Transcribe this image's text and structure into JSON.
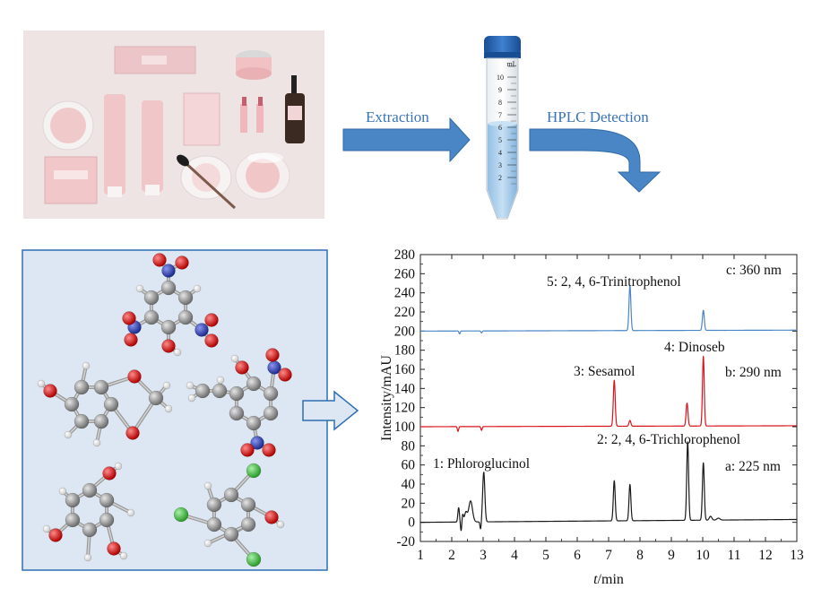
{
  "workflow": {
    "step1_label": "Extraction",
    "step2_label": "HPLC Detection",
    "tube_unit": "mL",
    "tube_marks": [
      "10",
      "9",
      "8",
      "7",
      "6",
      "5",
      "4",
      "3",
      "2"
    ]
  },
  "panel": {
    "background": "#dde7f4",
    "border": "#2f6fb3",
    "atom_colors": {
      "carbon": "#8e8e8e",
      "oxygen": "#e01b1b",
      "nitrogen": "#2d3fb0",
      "chlorine": "#3fbf3f",
      "hydrogen": "#ffffff"
    }
  },
  "colors": {
    "arrow": "#4a86c5",
    "arrow_stroke": "#2f6aa8",
    "tube_liquid": "#a9cdea",
    "cap": "#1f5fae"
  },
  "chart_data": {
    "type": "line",
    "xlabel_italic": "t",
    "xlabel_rest": "/min",
    "ylabel": "Intensity/mAU",
    "xlim": [
      1,
      13
    ],
    "ylim": [
      -20,
      280
    ],
    "xticks": [
      "1",
      "2",
      "3",
      "4",
      "5",
      "6",
      "7",
      "8",
      "9",
      "10",
      "11",
      "12",
      "13"
    ],
    "yticks": [
      "-20",
      "0",
      "20",
      "40",
      "60",
      "80",
      "100",
      "120",
      "140",
      "160",
      "180",
      "200",
      "220",
      "240",
      "260",
      "280"
    ],
    "grid": false,
    "series": [
      {
        "name": "a: 225 nm",
        "color": "#1a1a1a",
        "baseline": 0,
        "peaks": [
          [
            2.22,
            15,
            0.025
          ],
          [
            2.35,
            8,
            0.025
          ],
          [
            2.6,
            22,
            0.06
          ],
          [
            2.45,
            10,
            0.04
          ],
          [
            3.02,
            52,
            0.035
          ],
          [
            7.18,
            42,
            0.03
          ],
          [
            7.68,
            38,
            0.03
          ],
          [
            9.52,
            82,
            0.03
          ],
          [
            10.02,
            60,
            0.03
          ],
          [
            10.25,
            4,
            0.04
          ],
          [
            10.5,
            2,
            0.05
          ]
        ],
        "dips": [
          [
            2.3,
            -10,
            0.02
          ],
          [
            2.92,
            -8,
            0.02
          ]
        ],
        "end_value": 3
      },
      {
        "name": "b: 290 nm",
        "color": "#d9141c",
        "baseline": 100,
        "peaks": [
          [
            7.18,
            148,
            0.03
          ],
          [
            7.68,
            106,
            0.03
          ],
          [
            9.5,
            124,
            0.03
          ],
          [
            10.02,
            173,
            0.028
          ]
        ],
        "dips": [
          [
            2.2,
            95,
            0.02
          ],
          [
            2.95,
            96,
            0.02
          ]
        ],
        "end_value": 101
      },
      {
        "name": "c: 360 nm",
        "color": "#4a86c5",
        "baseline": 200,
        "peaks": [
          [
            7.68,
            247,
            0.03
          ],
          [
            10.02,
            221,
            0.03
          ]
        ],
        "dips": [
          [
            2.25,
            197,
            0.02
          ],
          [
            2.95,
            198,
            0.02
          ]
        ],
        "end_value": 201
      }
    ],
    "annotations": {
      "peak5": "5: 2, 4, 6-Trinitrophenol",
      "peak4": "4: Dinoseb",
      "peak3": "3: Sesamol",
      "peak2": "2: 2, 4, 6-Trichlorophenol",
      "peak1": "1: Phloroglucinol",
      "label_c": "c: 360 nm",
      "label_b": "b: 290 nm",
      "label_a": "a: 225 nm"
    }
  }
}
